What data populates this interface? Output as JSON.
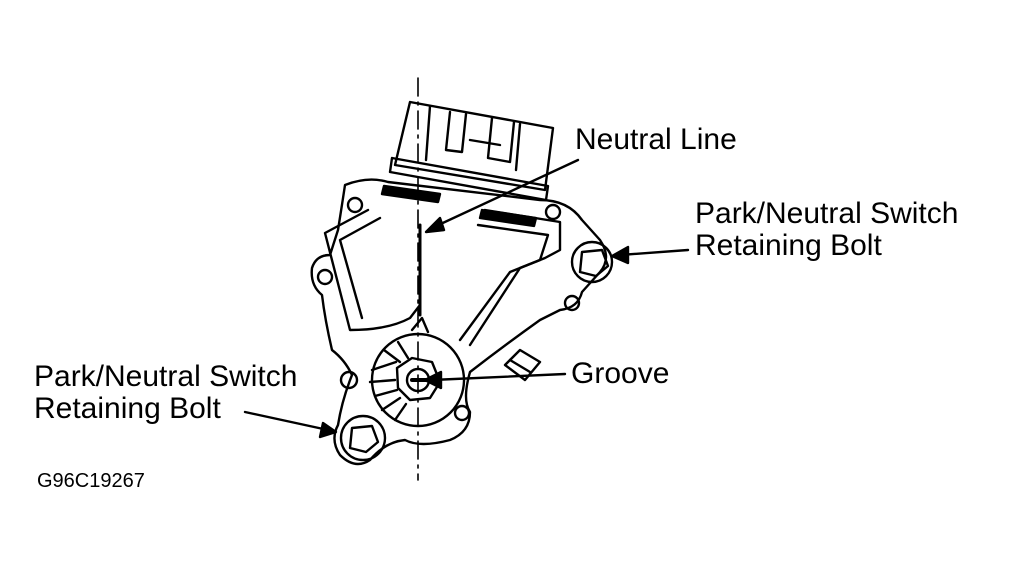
{
  "labels": {
    "neutral_line": "Neutral Line",
    "right_bolt_line1": "Park/Neutral Switch",
    "right_bolt_line2": "Retaining Bolt",
    "groove": "Groove",
    "left_bolt_line1": "Park/Neutral Switch",
    "left_bolt_line2": "Retaining Bolt"
  },
  "figure_id": "G96C19267",
  "colors": {
    "ink": "#000000",
    "paper": "#ffffff"
  }
}
